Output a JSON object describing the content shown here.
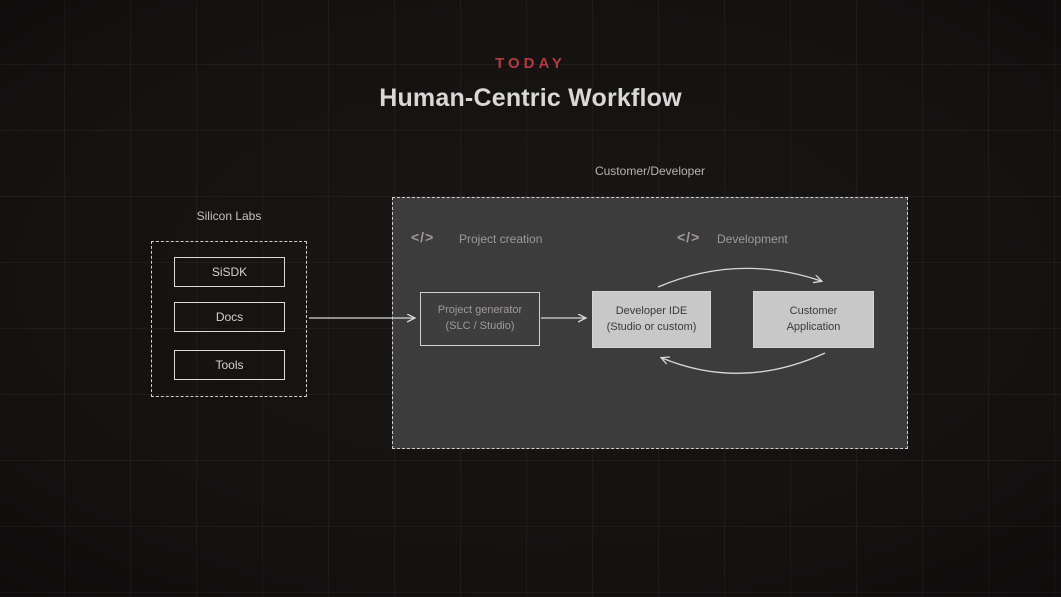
{
  "slide": {
    "kicker": "TODAY",
    "title": "Human-Centric Workflow"
  },
  "icons": {
    "code_glyph": "</>"
  },
  "silicon_labs": {
    "label": "Silicon Labs",
    "items": [
      {
        "label": "SiSDK"
      },
      {
        "label": "Docs"
      },
      {
        "label": "Tools"
      }
    ]
  },
  "customer_panel": {
    "label": "Customer/Developer",
    "sections": [
      {
        "icon": "code-icon",
        "label": "Project creation"
      },
      {
        "icon": "code-icon",
        "label": "Development"
      }
    ],
    "boxes": [
      {
        "label": "Project generator (SLC / Studio)",
        "style": "dark"
      },
      {
        "label": "Developer IDE (Studio or custom)",
        "style": "light"
      },
      {
        "label": "Customer Application",
        "style": "light"
      }
    ]
  },
  "colors": {
    "background": "#141111",
    "accent_red": "#b43a42",
    "panel_fill": "#3d3c3c",
    "light_box_fill": "#c9c8c8",
    "dark_box_text": "#3b3a3a",
    "muted_text": "#9c9a9a",
    "arrow": "#d9d7d7"
  }
}
